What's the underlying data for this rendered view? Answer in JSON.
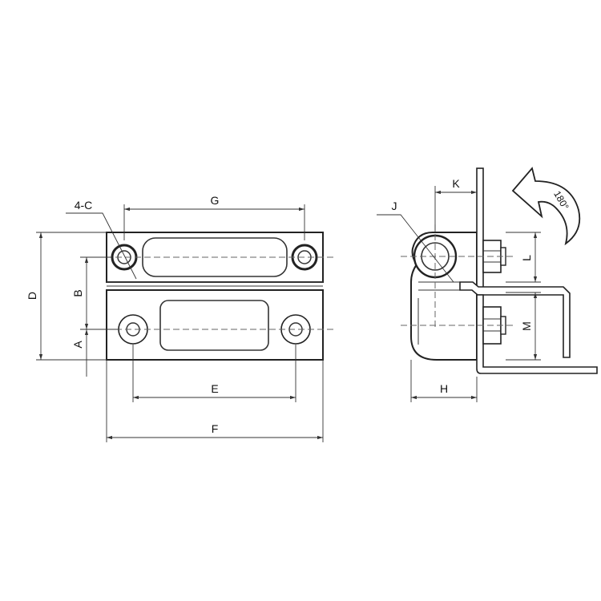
{
  "labels": {
    "g": "G",
    "c": "4-C",
    "d": "D",
    "b": "B",
    "a": "A",
    "e": "E",
    "f": "F",
    "j": "J",
    "k": "K",
    "l": "L",
    "m": "M",
    "h": "H",
    "angle": "180°"
  },
  "icons": {
    "rotation": "curved-arrow-icon"
  }
}
